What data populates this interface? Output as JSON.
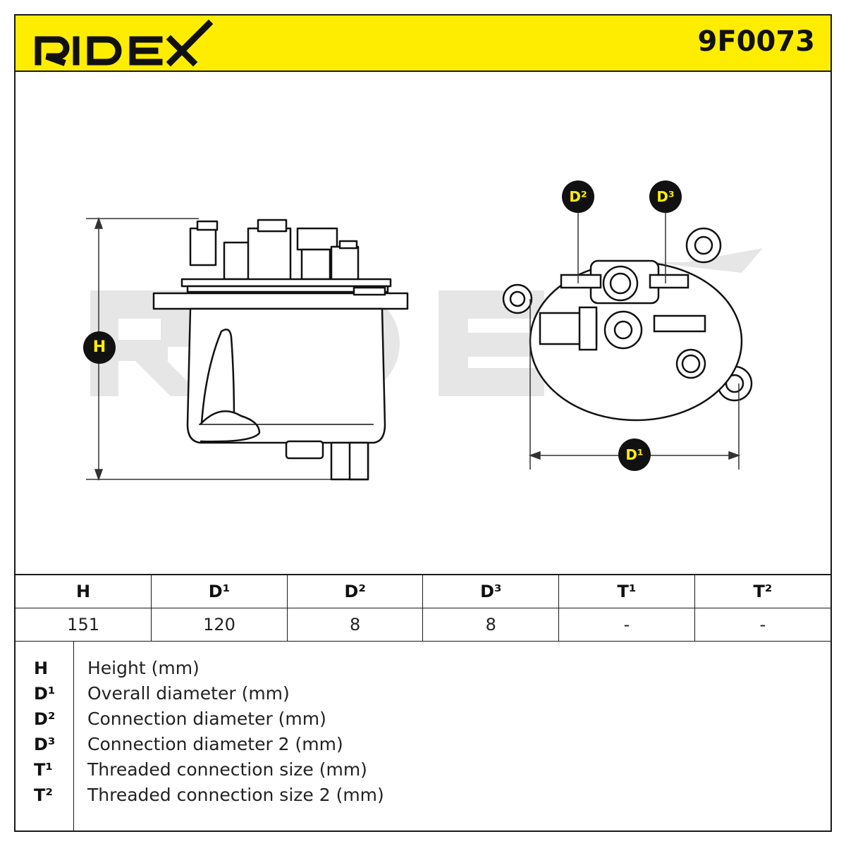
{
  "header": {
    "brand": "RIDEX",
    "part_number": "9F0073"
  },
  "drawing": {
    "labels": {
      "H": "H",
      "D1": "D¹",
      "D2": "D²",
      "D3": "D³"
    },
    "badge_color": "#111111",
    "badge_text_color": "#ffed00",
    "watermark": "RIDEX"
  },
  "spec_table": {
    "headers": [
      "H",
      "D¹",
      "D²",
      "D³",
      "T¹",
      "T²"
    ],
    "values": [
      "151",
      "120",
      "8",
      "8",
      "-",
      "-"
    ]
  },
  "legend": [
    {
      "key": "H",
      "desc": "Height (mm)"
    },
    {
      "key": "D¹",
      "desc": "Overall diameter (mm)"
    },
    {
      "key": "D²",
      "desc": "Connection diameter (mm)"
    },
    {
      "key": "D³",
      "desc": "Connection diameter 2 (mm)"
    },
    {
      "key": "T¹",
      "desc": "Threaded connection size (mm)"
    },
    {
      "key": "T²",
      "desc": "Threaded connection size 2 (mm)"
    }
  ],
  "colors": {
    "accent_yellow": "#ffed00",
    "line": "#1a1a1a",
    "watermark_gray": "#e6e6e6"
  }
}
